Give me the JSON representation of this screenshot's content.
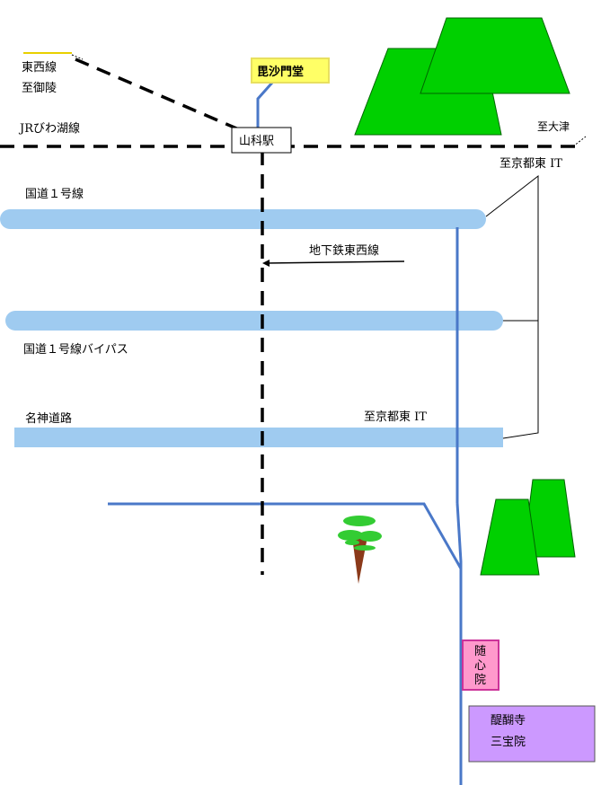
{
  "colors": {
    "road": "#9fcbf0",
    "street": "#4a78c8",
    "railway": "#000000",
    "mountain": "#00d000",
    "mountain_edge": "#006600",
    "bishamondo_fill": "#ffff66",
    "zuishinin_fill": "#ff99cc",
    "zuishinin_border": "#cc3399",
    "daigoji_fill": "#cc99ff"
  },
  "labels": {
    "tozai_line": "東西線",
    "to_misasagi": "至御陵",
    "jr_biwako_line": "JRびわ湖線",
    "to_otsu": "至大津",
    "yamashina_station": "山科駅",
    "bishamondo": "毘沙門堂",
    "to_kyoto_higashi_ic_top": "至京都東 IT",
    "route1": "国道１号線",
    "subway_tozai": "地下鉄東西線",
    "route1_bypass": "国道１号線バイパス",
    "meishin": "名神道路",
    "to_kyoto_higashi_ic_mid": "至京都東 IT",
    "zuishinin": [
      "随",
      "心",
      "院"
    ],
    "daigoji_line1": "醍醐寺",
    "daigoji_line2": "三宝院"
  },
  "icons": {
    "mountain_ne": "mountain-icon",
    "mountain_se": "mountain-icon",
    "tree": "tree-icon"
  }
}
